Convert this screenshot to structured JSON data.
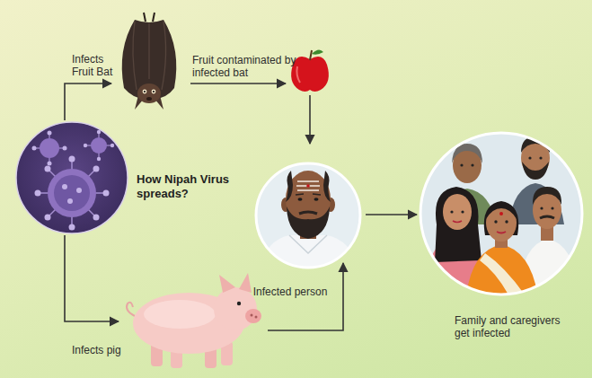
{
  "diagram": {
    "nodes": [
      {
        "text": [
          "How Nipah Virus spreads?"
        ]
      },
      {
        "text": [
          "Infected person"
        ]
      },
      {
        "text": [
          "Family and caregivers get infected"
        ]
      }
    ],
    "edges": [
      {
        "from": 1,
        "to": 2,
        "arrow": "to"
      }
    ],
    "labels": [
      "Infects Fruit Bat",
      "Fruit contaminated by infected bat",
      "Infects pig"
    ]
  }
}
